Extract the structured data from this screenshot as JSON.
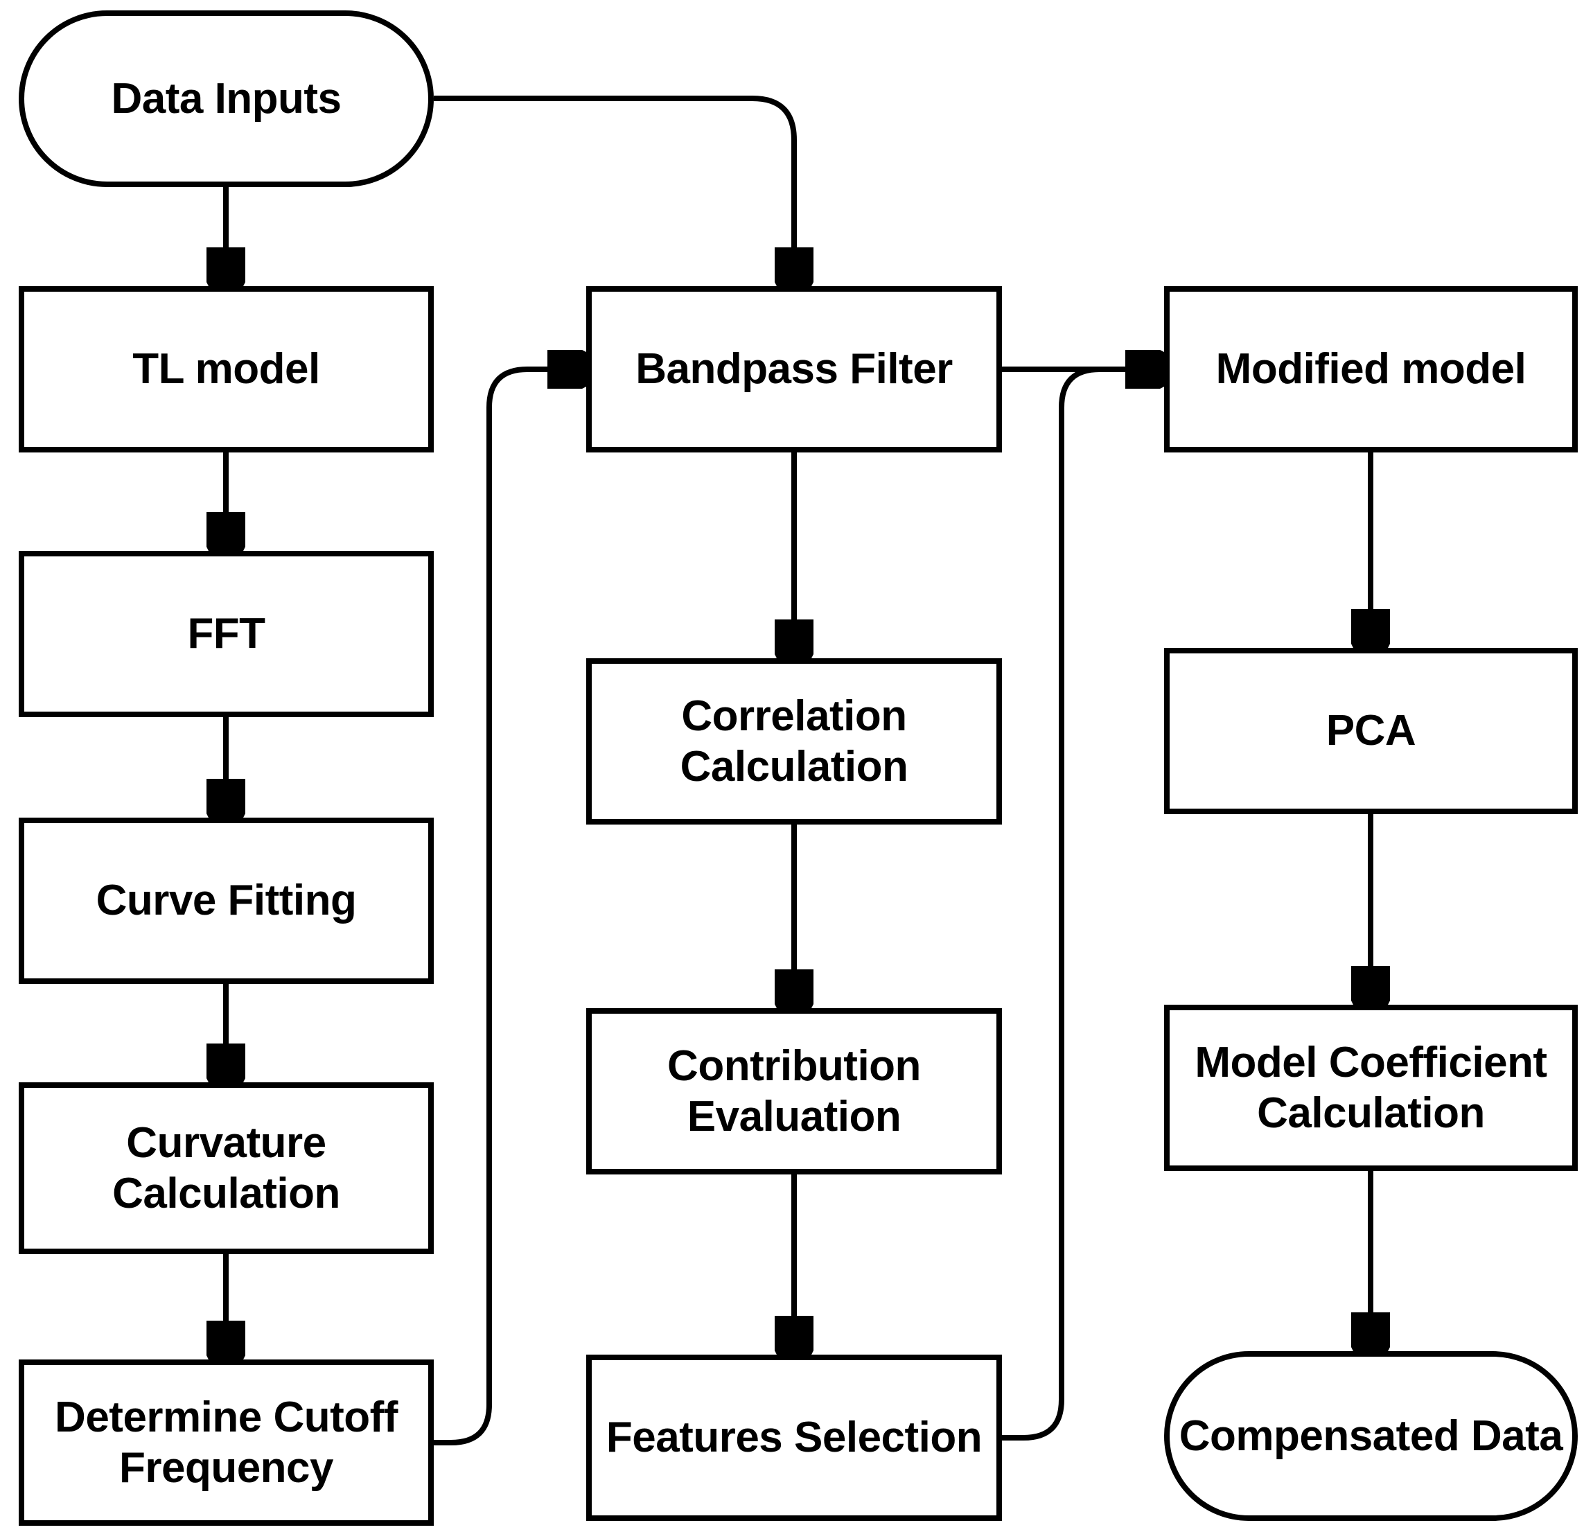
{
  "figure": {
    "type": "flowchart",
    "background_color": "#ffffff",
    "line_color": "#000000",
    "nodes": {
      "data_inputs": {
        "label": "Data Inputs",
        "shape": "stadium"
      },
      "tl_model": {
        "label": "TL model",
        "shape": "rect"
      },
      "fft": {
        "label": "FFT",
        "shape": "rect"
      },
      "curve_fitting": {
        "label": "Curve Fitting",
        "shape": "rect"
      },
      "curvature_calculation": {
        "label": "Curvature\nCalculation",
        "shape": "rect"
      },
      "determine_cutoff_frequency": {
        "label": "Determine Cutoff\nFrequency",
        "shape": "rect"
      },
      "bandpass_filter": {
        "label": "Bandpass Filter",
        "shape": "rect"
      },
      "correlation_calculation": {
        "label": "Correlation\nCalculation",
        "shape": "rect"
      },
      "contribution_evaluation": {
        "label": "Contribution\nEvaluation",
        "shape": "rect"
      },
      "features_selection": {
        "label": "Features Selection",
        "shape": "rect"
      },
      "modified_model": {
        "label": "Modified model",
        "shape": "rect"
      },
      "pca": {
        "label": "PCA",
        "shape": "rect"
      },
      "model_coefficient_calculation": {
        "label": "Model Coefficient\nCalculation",
        "shape": "rect"
      },
      "compensated_data": {
        "label": "Compensated Data",
        "shape": "stadium"
      }
    },
    "edges": [
      {
        "from": "data_inputs",
        "to": "tl_model"
      },
      {
        "from": "data_inputs",
        "to": "bandpass_filter"
      },
      {
        "from": "tl_model",
        "to": "fft"
      },
      {
        "from": "fft",
        "to": "curve_fitting"
      },
      {
        "from": "curve_fitting",
        "to": "curvature_calculation"
      },
      {
        "from": "curvature_calculation",
        "to": "determine_cutoff_frequency"
      },
      {
        "from": "determine_cutoff_frequency",
        "to": "bandpass_filter"
      },
      {
        "from": "bandpass_filter",
        "to": "correlation_calculation"
      },
      {
        "from": "correlation_calculation",
        "to": "contribution_evaluation"
      },
      {
        "from": "contribution_evaluation",
        "to": "features_selection"
      },
      {
        "from": "bandpass_filter",
        "to": "modified_model"
      },
      {
        "from": "features_selection",
        "to": "modified_model"
      },
      {
        "from": "modified_model",
        "to": "pca"
      },
      {
        "from": "pca",
        "to": "model_coefficient_calculation"
      },
      {
        "from": "model_coefficient_calculation",
        "to": "compensated_data"
      }
    ]
  }
}
